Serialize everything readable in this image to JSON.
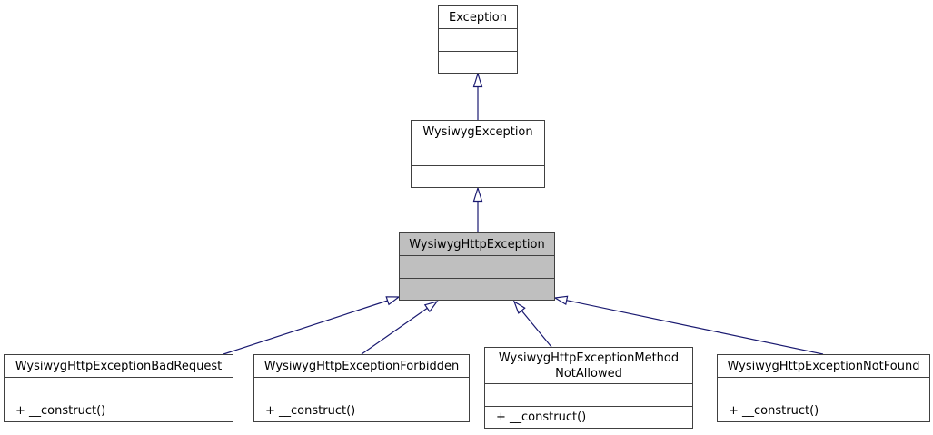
{
  "diagram_type": "uml-class-inheritance",
  "colors": {
    "edge": "#191970",
    "node_border": "#404040",
    "node_fill": "#ffffff",
    "highlight_fill": "#bfbfbf",
    "text": "#000000",
    "background": "#ffffff"
  },
  "nodes": [
    {
      "title": "Exception",
      "members": ""
    },
    {
      "title": "WysiwygException",
      "members": ""
    },
    {
      "title": "WysiwygHttpException",
      "members": ""
    },
    {
      "title": "WysiwygHttpExceptionBadRequest",
      "members": "+ __construct()"
    },
    {
      "title": "WysiwygHttpExceptionForbidden",
      "members": "+ __construct()"
    },
    {
      "title": "WysiwygHttpExceptionMethod\nNotAllowed",
      "members": "+ __construct()"
    },
    {
      "title": "WysiwygHttpExceptionNotFound",
      "members": "+ __construct()"
    }
  ],
  "relations": [
    {
      "child": "WysiwygException",
      "parent": "Exception",
      "type": "public-inheritance"
    },
    {
      "child": "WysiwygHttpException",
      "parent": "WysiwygException",
      "type": "public-inheritance"
    },
    {
      "child": "WysiwygHttpExceptionBadRequest",
      "parent": "WysiwygHttpException",
      "type": "public-inheritance"
    },
    {
      "child": "WysiwygHttpExceptionForbidden",
      "parent": "WysiwygHttpException",
      "type": "public-inheritance"
    },
    {
      "child": "WysiwygHttpExceptionMethodNotAllowed",
      "parent": "WysiwygHttpException",
      "type": "public-inheritance"
    },
    {
      "child": "WysiwygHttpExceptionNotFound",
      "parent": "WysiwygHttpException",
      "type": "public-inheritance"
    }
  ]
}
